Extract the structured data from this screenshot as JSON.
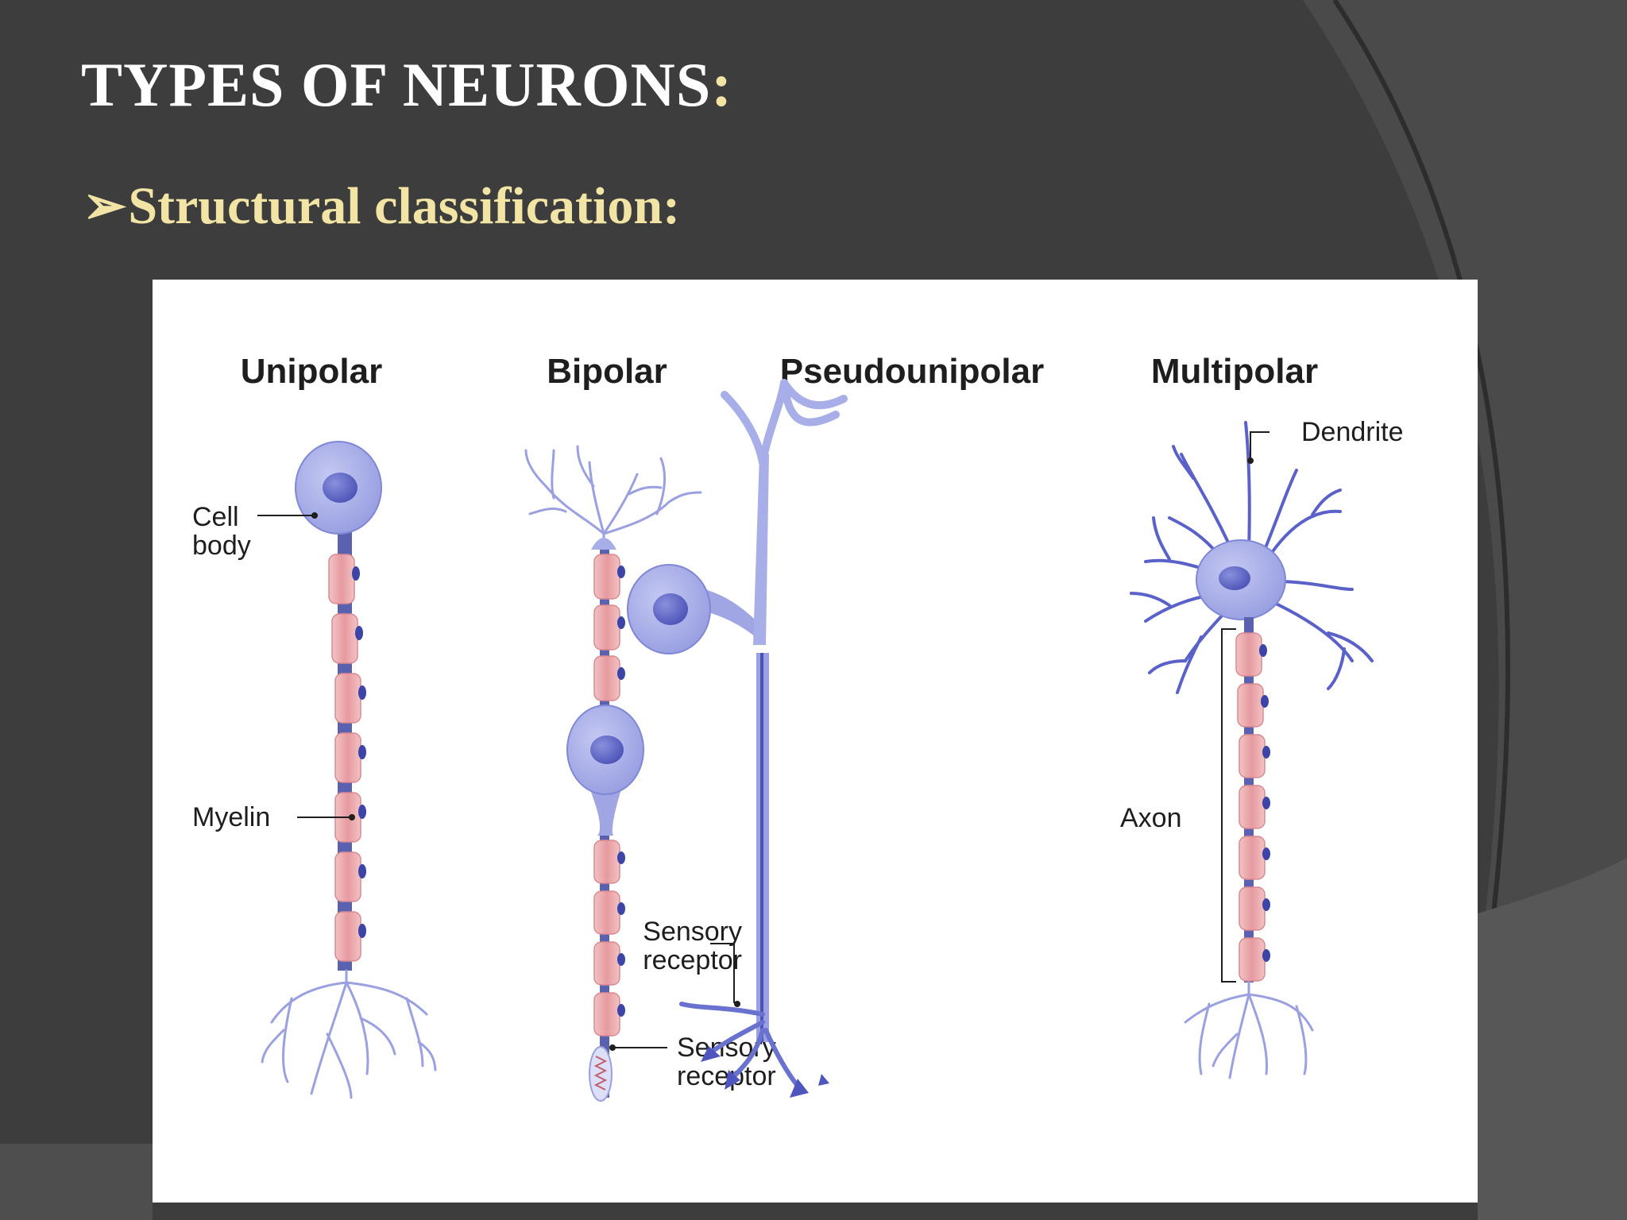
{
  "slide": {
    "title": "TYPES OF NEURONS",
    "title_colon": ":",
    "bullet_marker": "➢",
    "bullet_text": "Structural classification:"
  },
  "figure": {
    "types": [
      "Unipolar",
      "Bipolar",
      "Pseudounipolar",
      "Multipolar"
    ],
    "labels": {
      "unipolar_cell_body": [
        "Cell",
        "body"
      ],
      "unipolar_myelin": "Myelin",
      "bipolar_sensory_receptor": [
        "Sensory",
        "receptor"
      ],
      "pseudo_sensory_receptor": [
        "Sensory",
        "receptor"
      ],
      "multipolar_dendrite": "Dendrite",
      "multipolar_axon": "Axon"
    }
  },
  "colors": {
    "background": "#3d3d3e",
    "title": "#ffffff",
    "accent": "#f2e4a4",
    "cell_body": "#a2a8e6",
    "nucleus": "#6066c4",
    "dendrite": "#5a62c9",
    "myelin": "#e8a0a4",
    "axon": "#4a4f8e"
  }
}
